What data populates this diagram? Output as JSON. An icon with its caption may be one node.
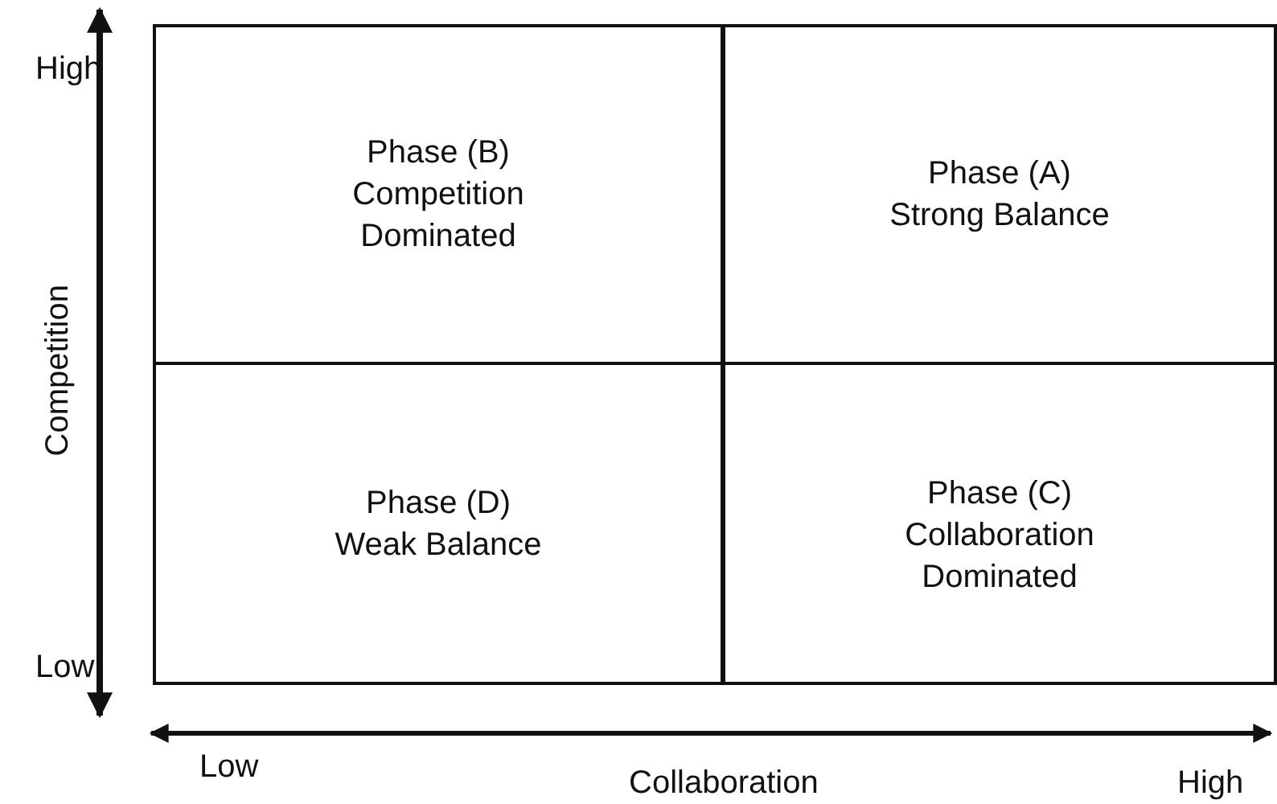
{
  "diagram": {
    "nodes": [
      {
        "text": [
          "Phase (B)",
          "Competition Dominated"
        ]
      },
      {
        "text": [
          "Phase (A)",
          "Strong Balance"
        ]
      },
      {
        "text": [
          "Phase (D)",
          "Weak Balance"
        ]
      },
      {
        "text": [
          "Phase (C)",
          "Collaboration Dominated"
        ]
      }
    ],
    "edges": [],
    "labels": [
      "High",
      "Competition",
      "Low",
      "Low",
      "Collaboration",
      "High"
    ]
  }
}
